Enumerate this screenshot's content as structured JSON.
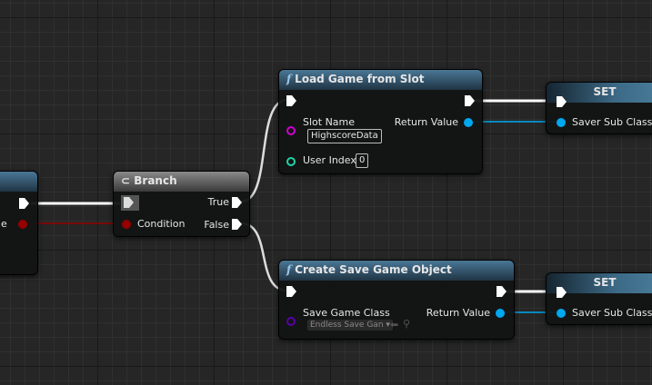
{
  "left_node": {
    "pin_label": "lue"
  },
  "branch": {
    "title": "Branch",
    "icon": "branch-icon",
    "true_label": "True",
    "false_label": "False",
    "condition_label": "Condition"
  },
  "load_game": {
    "title": "Load Game from Slot",
    "icon": "function-icon",
    "slot_name_label": "Slot Name",
    "slot_name_value": "HighscoreData",
    "user_index_label": "User Index",
    "user_index_value": "0",
    "return_label": "Return Value"
  },
  "create_save": {
    "title": "Create Save Game Object",
    "icon": "function-icon",
    "class_label": "Save Game Class",
    "class_value": "Endless Save Gan",
    "return_label": "Return Value"
  },
  "set1": {
    "title": "SET",
    "pin_label": "Saver Sub Class"
  },
  "set2": {
    "title": "SET",
    "pin_label": "Saver Sub Class"
  },
  "colors": {
    "exec": "#ffffff",
    "bool": "#950000",
    "object": "#00a8f0",
    "string": "#d000d0",
    "int": "#1fd4a8",
    "class": "#5800a8"
  }
}
